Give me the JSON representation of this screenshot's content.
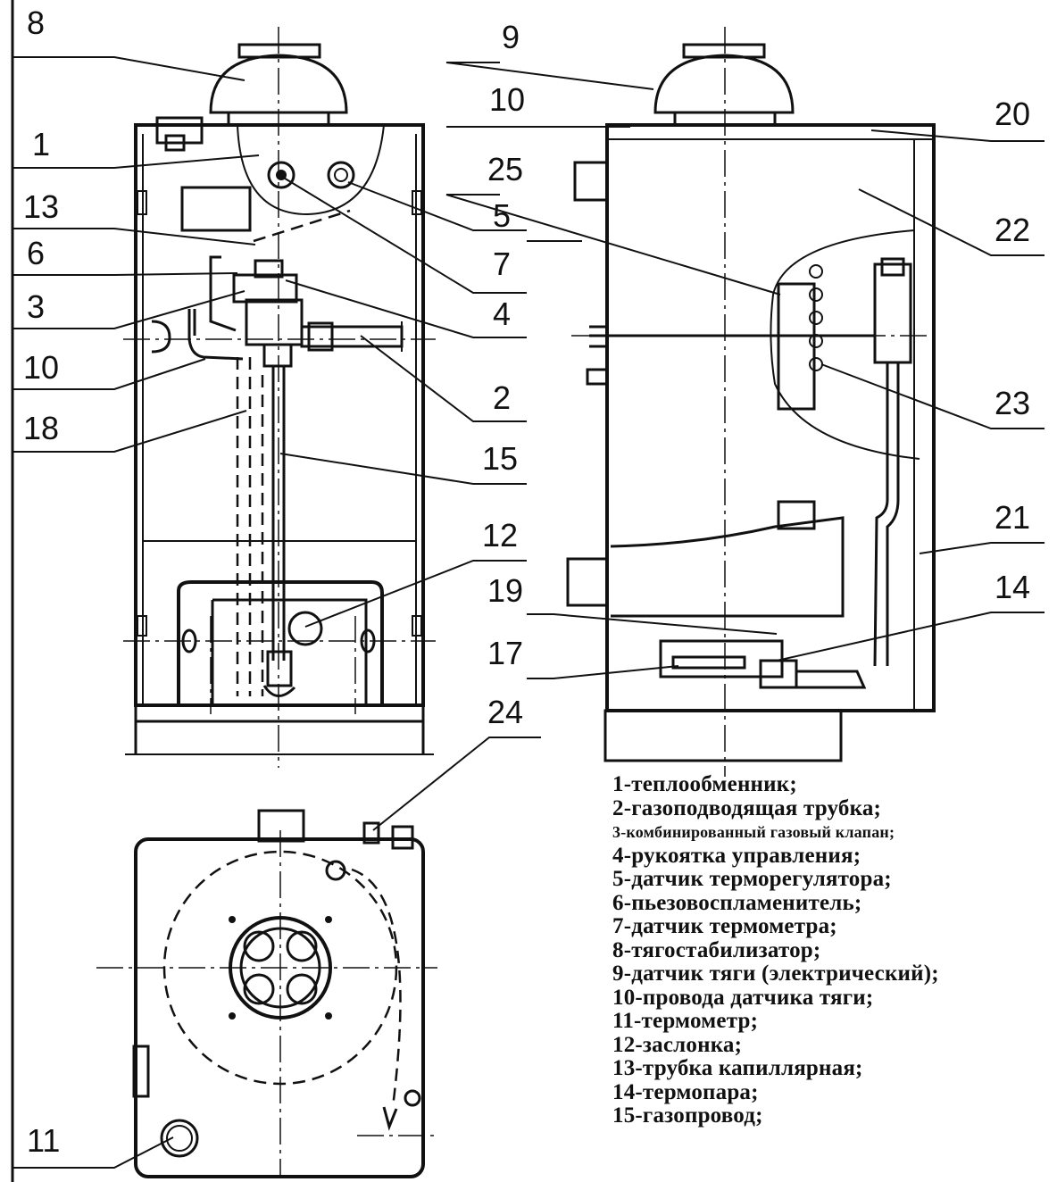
{
  "callouts": {
    "front": [
      "8",
      "1",
      "13",
      "6",
      "3",
      "10",
      "18"
    ],
    "front_right": [
      "7",
      "4",
      "2",
      "15",
      "12"
    ],
    "side_left": [
      "9",
      "10",
      "25",
      "5"
    ],
    "side_right": [
      "20",
      "22",
      "23",
      "21",
      "19",
      "14",
      "17"
    ],
    "top": [
      "24",
      "11"
    ]
  },
  "legend": [
    "1-теплообменник;",
    "2-газоподводящая трубка;",
    "3-комбинированный газовый клапан;",
    "4-рукоятка управления;",
    "5-датчик терморегулятора;",
    "6-пьезовоспламенитель;",
    "7-датчик термометра;",
    "8-тягостабилизатор;",
    "9-датчик тяги (электрический);",
    "10-провода датчика тяги;",
    "11-термометр;",
    "12-заслонка;",
    "13-трубка капиллярная;",
    "14-термопара;",
    "15-газопровод;"
  ]
}
